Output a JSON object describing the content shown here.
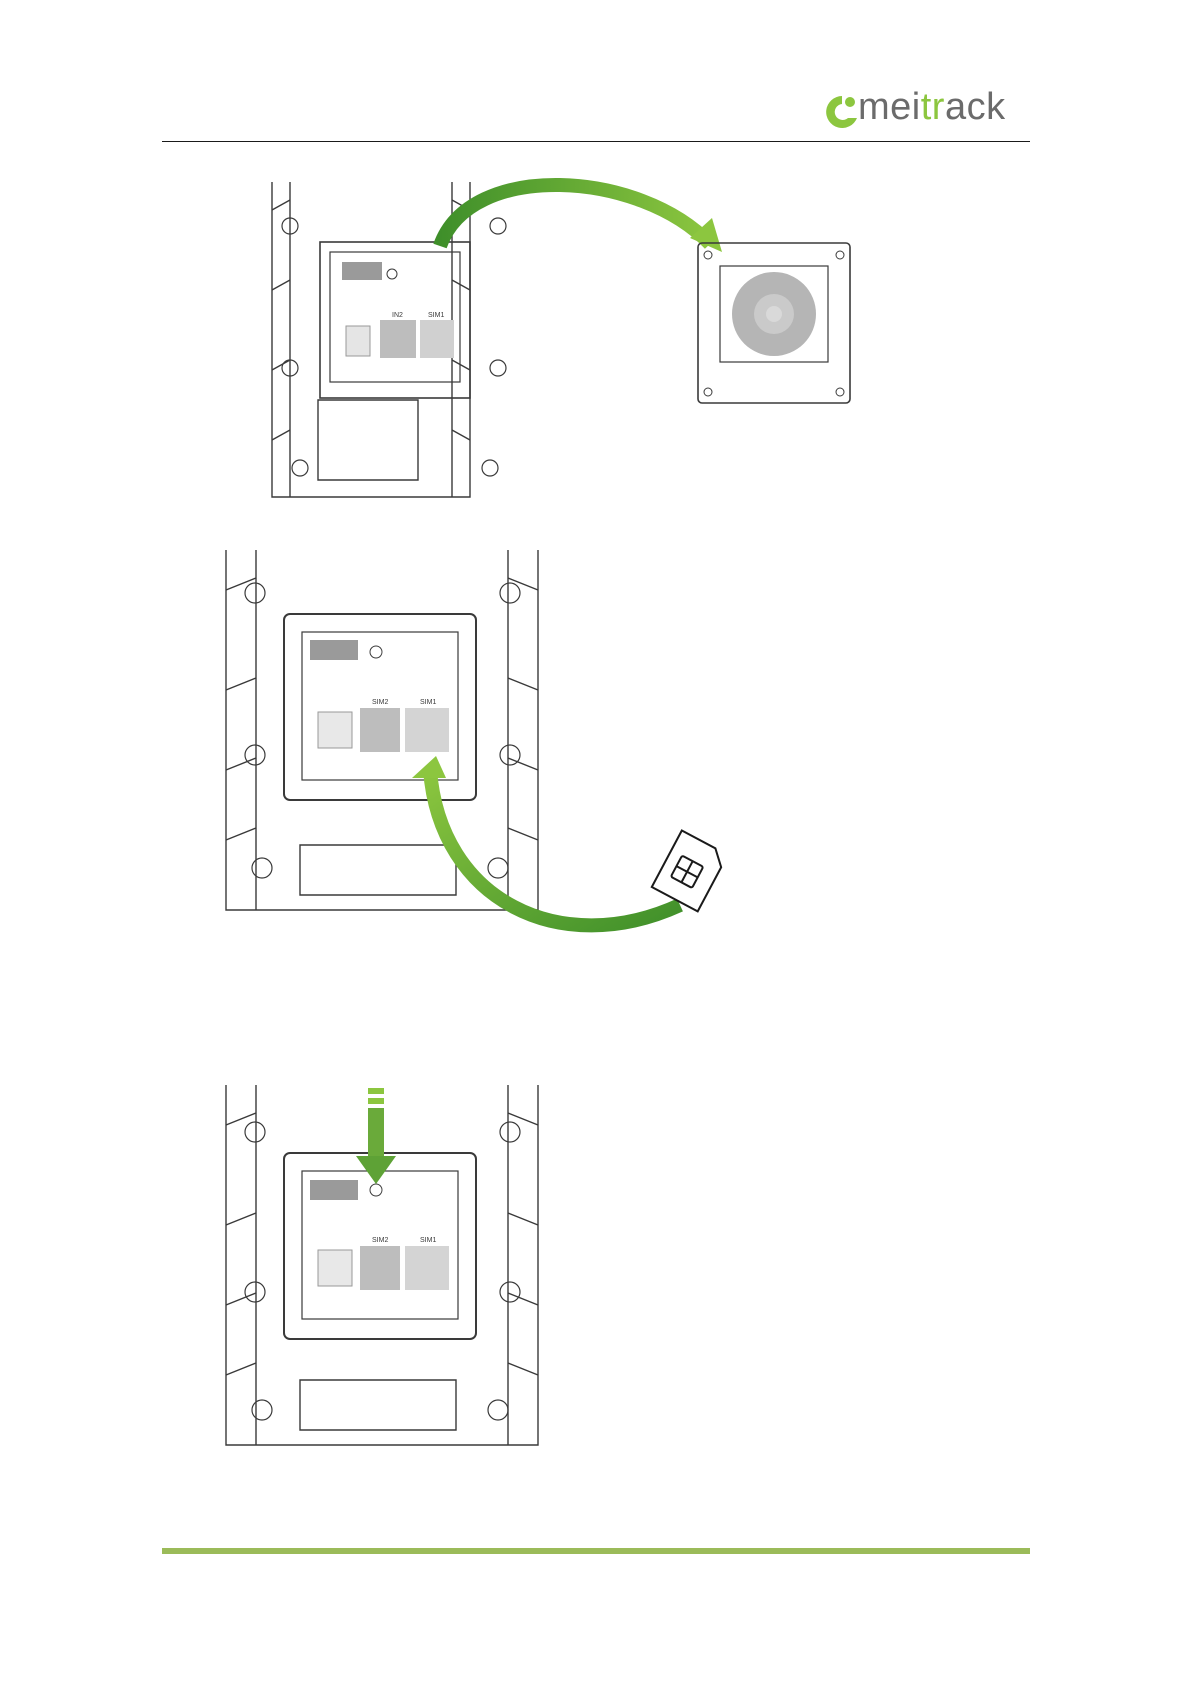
{
  "header": {
    "logo_text_a": "mei",
    "logo_text_b": "tr",
    "logo_text_c": "ack"
  },
  "figures": {
    "fig1": {
      "slot_label_left": "IN2",
      "slot_label_right": "SIM1"
    },
    "fig2": {
      "slot_label_left": "SIM2",
      "slot_label_right": "SIM1"
    },
    "fig3": {
      "slot_label_left": "SIM2",
      "slot_label_right": "SIM1"
    }
  },
  "colors": {
    "accent_green": "#8cc63f",
    "arrow_green": "#5ea236",
    "footer_green": "#9bbb59",
    "line_gray": "#3a3a3a"
  }
}
